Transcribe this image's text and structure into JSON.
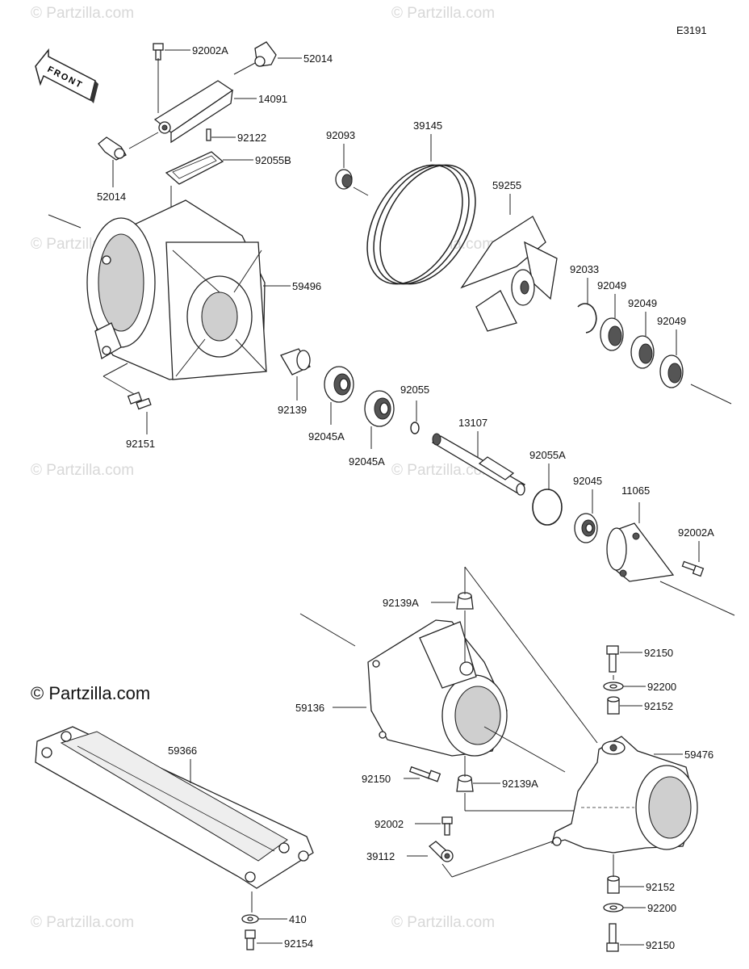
{
  "diagram_code": "E3191",
  "front_label": "FRONT",
  "copyright": "© Partzilla.com",
  "watermark": "© Partzilla.com",
  "part_labels": {
    "p92002A_top": "92002A",
    "p52014_top": "52014",
    "p14091": "14091",
    "p92122": "92122",
    "p92055B": "92055B",
    "p52014_left": "52014",
    "p59496": "59496",
    "p92139": "92139",
    "p92151": "92151",
    "p92045A_1": "92045A",
    "p92045A_2": "92045A",
    "p92055": "92055",
    "p13107": "13107",
    "p92093": "92093",
    "p39145": "39145",
    "p59255": "59255",
    "p92033": "92033",
    "p92049_1": "92049",
    "p92049_2": "92049",
    "p92049_3": "92049",
    "p92055A": "92055A",
    "p92045": "92045",
    "p11065": "11065",
    "p92002A_right": "92002A",
    "p92139A_top": "92139A",
    "p59136": "59136",
    "p92150_mid": "92150",
    "p92139A_bottom": "92139A",
    "p92002": "92002",
    "p39112": "39112",
    "p92150_right_top": "92150",
    "p92200_top": "92200",
    "p92152_top": "92152",
    "p59476": "59476",
    "p92152_bottom": "92152",
    "p92200_bottom": "92200",
    "p92150_bottom": "92150",
    "p59366": "59366",
    "p410": "410",
    "p92154": "92154"
  }
}
